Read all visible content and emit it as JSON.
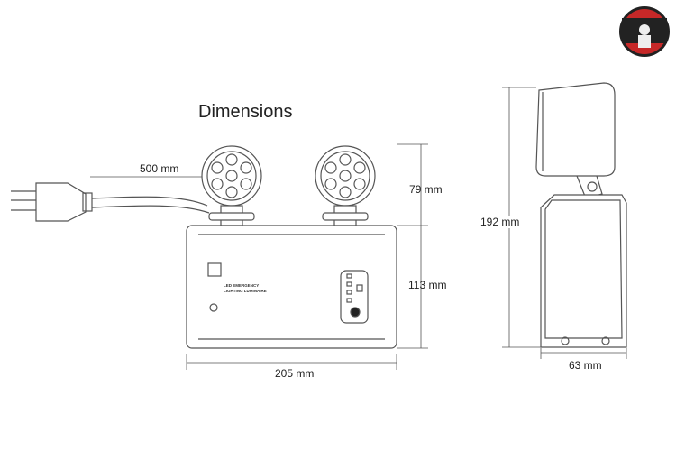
{
  "title": "Dimensions",
  "dimensions": {
    "cable_length": "500 mm",
    "head_height": "79 mm",
    "body_height": "113 mm",
    "body_width": "205 mm",
    "total_height": "192 mm",
    "depth": "63 mm"
  },
  "product_label": {
    "line1": "LED EMERGENCY",
    "line2": "LIGHTING LUMINAIRE"
  },
  "colors": {
    "line": "#555555",
    "logo_red": "#d32f2f",
    "logo_dark": "#222222"
  }
}
